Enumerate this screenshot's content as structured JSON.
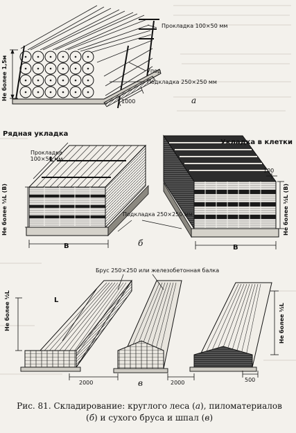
{
  "figure_labels": {
    "a_spacer": "Прокладка 100×50 мм",
    "a_stop": "Упор",
    "a_base": "Подкладка 250×250 мм",
    "a_dim": "1000",
    "a_height": "Не более 1,5м",
    "a_panel": "а",
    "b_row_title": "Рядная укладка",
    "b_cage_title": "Укладка в клетки",
    "b_spacer": "Прокладка 100×50 мм",
    "b_base": "Подкладка 250×250 мм",
    "b_height": "Не более ½L (B)",
    "b_height_right": "Не более ½L (B)",
    "b_L": "L",
    "b_B_left": "B",
    "b_B_right": "B",
    "b_dim100": "100",
    "b_panel": "б",
    "c_beam": "Брус 250×250 или железобетонная балка",
    "c_height_left": "Не более ½L",
    "c_height_right": "Не более ½L",
    "c_L": "L",
    "c_dim2000a": "2000",
    "c_dim2000b": "2000",
    "c_dim500": "500",
    "c_panel": "в"
  },
  "caption": {
    "prefix": "Рис. 81. Складирование: круглого леса (",
    "a": "а",
    "mid1": "), пиломатериалов (",
    "b": "б",
    "mid2": ") и сухого бруса и шпал (",
    "c": "в",
    "suffix": ")"
  }
}
